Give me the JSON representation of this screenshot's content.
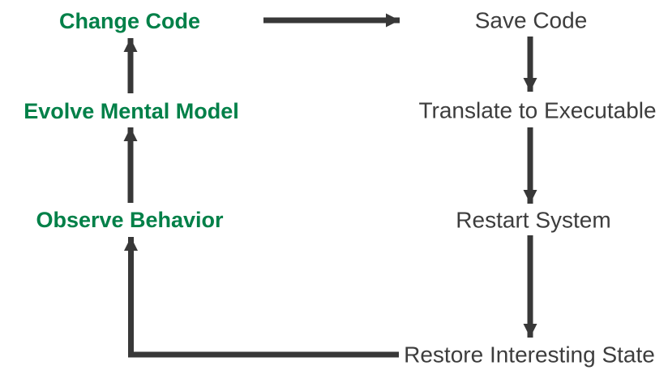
{
  "nodes": {
    "change_code": {
      "label": "Change Code"
    },
    "evolve_mental_model": {
      "label": "Evolve Mental Model"
    },
    "observe_behavior": {
      "label": "Observe Behavior"
    },
    "save_code": {
      "label": "Save Code"
    },
    "translate_to_executable": {
      "label": "Translate to Executable"
    },
    "restart_system": {
      "label": "Restart System"
    },
    "restore_interesting_state": {
      "label": "Restore Interesting State"
    }
  },
  "flow": {
    "edges": [
      {
        "from": "Change Code",
        "to": "Save Code"
      },
      {
        "from": "Save Code",
        "to": "Translate to Executable"
      },
      {
        "from": "Translate to Executable",
        "to": "Restart System"
      },
      {
        "from": "Restart System",
        "to": "Restore Interesting State"
      },
      {
        "from": "Restore Interesting State",
        "to": "Observe Behavior"
      },
      {
        "from": "Observe Behavior",
        "to": "Evolve Mental Model"
      },
      {
        "from": "Evolve Mental Model",
        "to": "Change Code"
      }
    ]
  },
  "colors": {
    "left_loop_text": "#008048",
    "right_chain_text": "#3d3d3d",
    "arrow": "#383838",
    "background": "#ffffff"
  }
}
